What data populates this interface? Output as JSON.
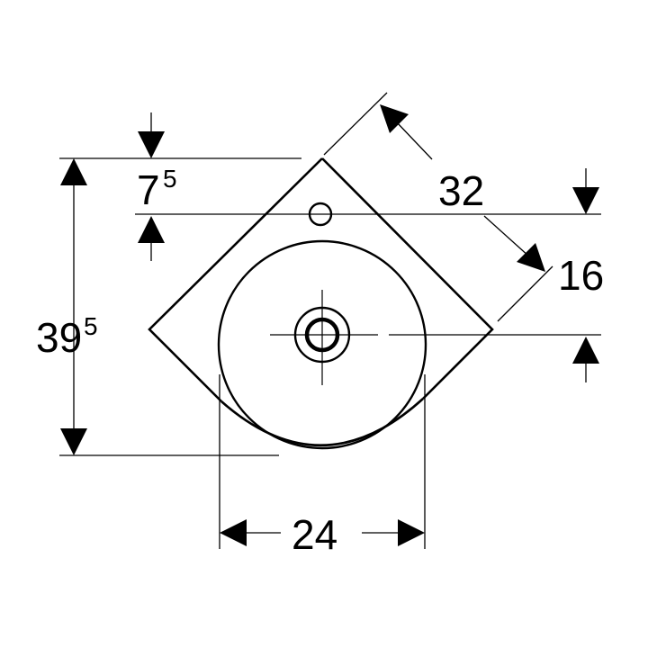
{
  "dimensions": {
    "overall_depth": {
      "main": "39",
      "sup": "5"
    },
    "tap_hole_offset": {
      "main": "7",
      "sup": "5"
    },
    "side_length": "32",
    "drain_offset": "16",
    "bowl_width": "24"
  }
}
